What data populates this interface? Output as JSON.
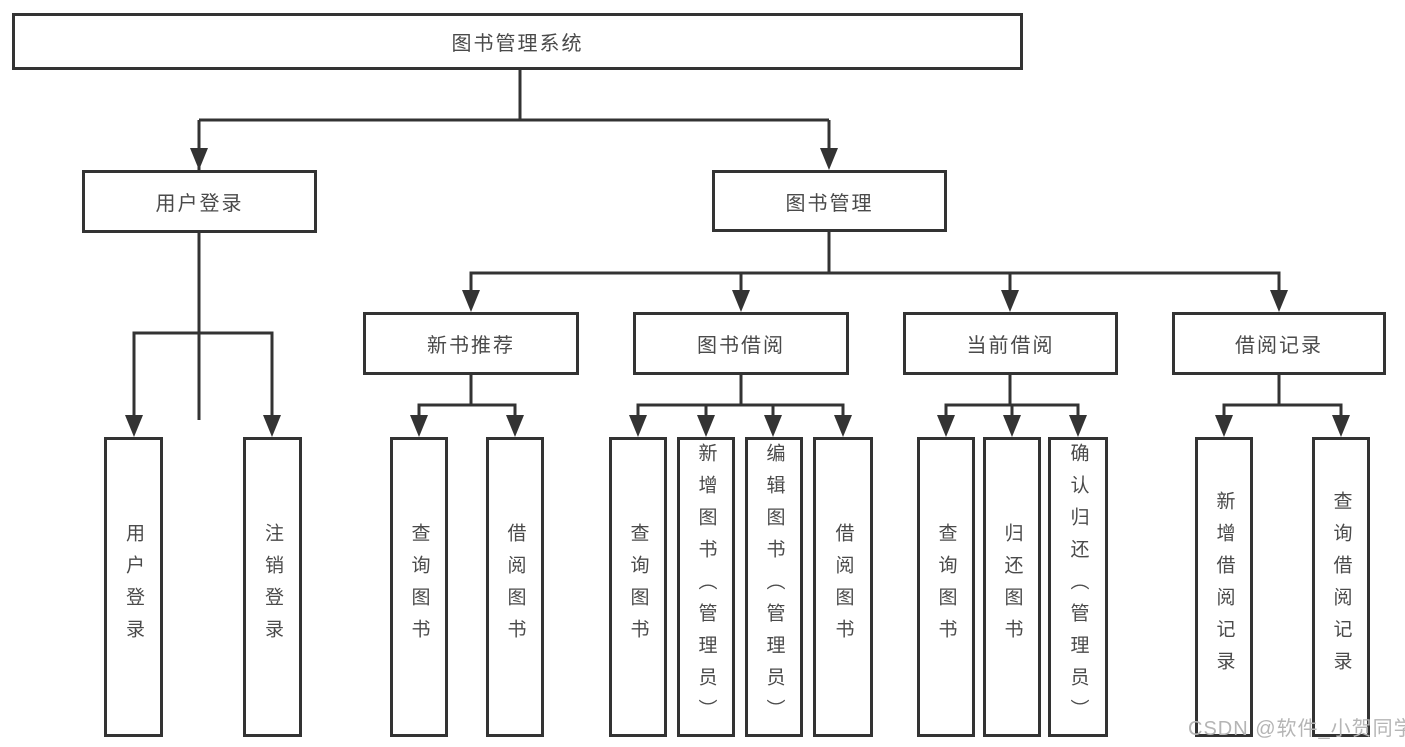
{
  "tree": {
    "root": {
      "label": "图书管理系统",
      "children": [
        {
          "label": "用户登录",
          "children": [
            {
              "label": "用户登录"
            },
            {
              "label": "注销登录"
            }
          ]
        },
        {
          "label": "图书管理",
          "children": [
            {
              "label": "新书推荐",
              "children": [
                {
                  "label": "查询图书"
                },
                {
                  "label": "借阅图书"
                }
              ]
            },
            {
              "label": "图书借阅",
              "children": [
                {
                  "label": "查询图书"
                },
                {
                  "label": "新增图书（管理员）"
                },
                {
                  "label": "编辑图书（管理员）"
                },
                {
                  "label": "借阅图书"
                }
              ]
            },
            {
              "label": "当前借阅",
              "children": [
                {
                  "label": "查询图书"
                },
                {
                  "label": "归还图书"
                },
                {
                  "label": "确认归还（管理员）"
                }
              ]
            },
            {
              "label": "借阅记录",
              "children": [
                {
                  "label": "新增借阅记录"
                },
                {
                  "label": "查询借阅记录"
                }
              ]
            }
          ]
        }
      ]
    }
  },
  "watermark": {
    "text": "CSDN @软件_小贺同学"
  },
  "colors": {
    "line": "#333333",
    "text": "#4a4a4a",
    "watermark": "#b5b5b5",
    "background": "#ffffff"
  }
}
